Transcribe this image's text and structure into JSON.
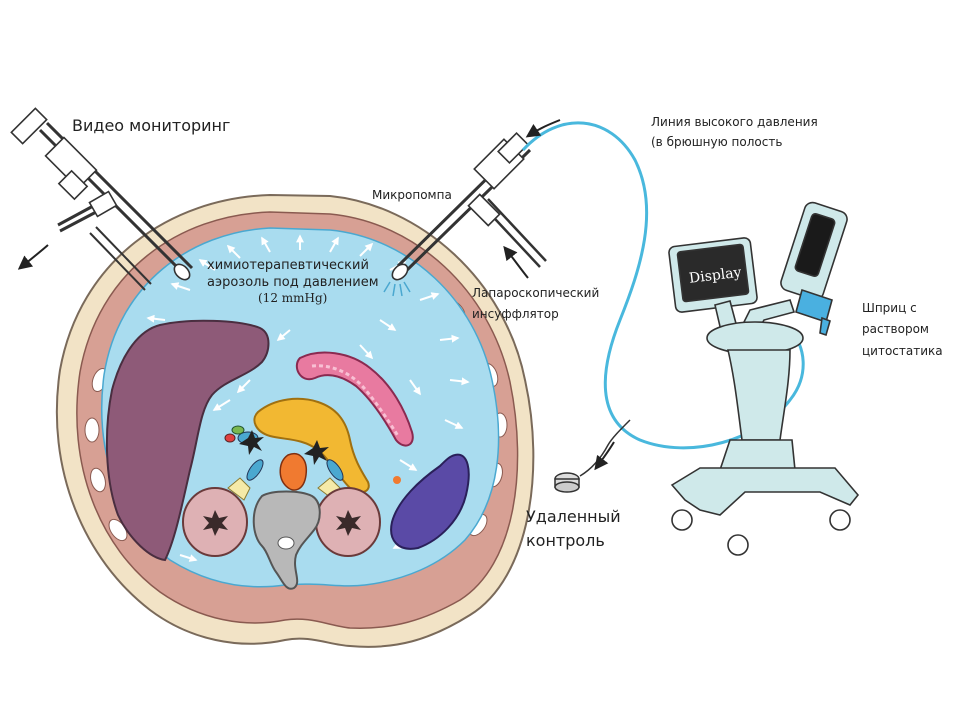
{
  "labels": {
    "video_monitoring": "Видео мониторинг",
    "high_pressure_line_1": "Линия высокого давления",
    "high_pressure_line_2": "(в брюшную полость",
    "micropump": "Микропомпа",
    "aerosol_1": "химиотерапевтический",
    "aerosol_2": "аэрозоль под давлением",
    "pressure": "(12 mmHg)",
    "insufflator_1": "Лапароскопический",
    "insufflator_2": "инсуффлятор",
    "syringe_1": "Шприц с",
    "syringe_2": "раствором",
    "syringe_3": "цитостатика",
    "remote_1": "Удаленный",
    "remote_2": "контроль",
    "display": "Display"
  },
  "colors": {
    "cavity": "#a9dcef",
    "tube": "#49b8dd",
    "liver": "#8e5a78",
    "skin": "#f2e3c6",
    "muscle": "#d7a094",
    "pancreas": "#f2b832",
    "spleen": "#5a4aa6",
    "kidney": "#deb1b4",
    "intestine": "#e87aa0",
    "stand": "#cfe9ea"
  }
}
